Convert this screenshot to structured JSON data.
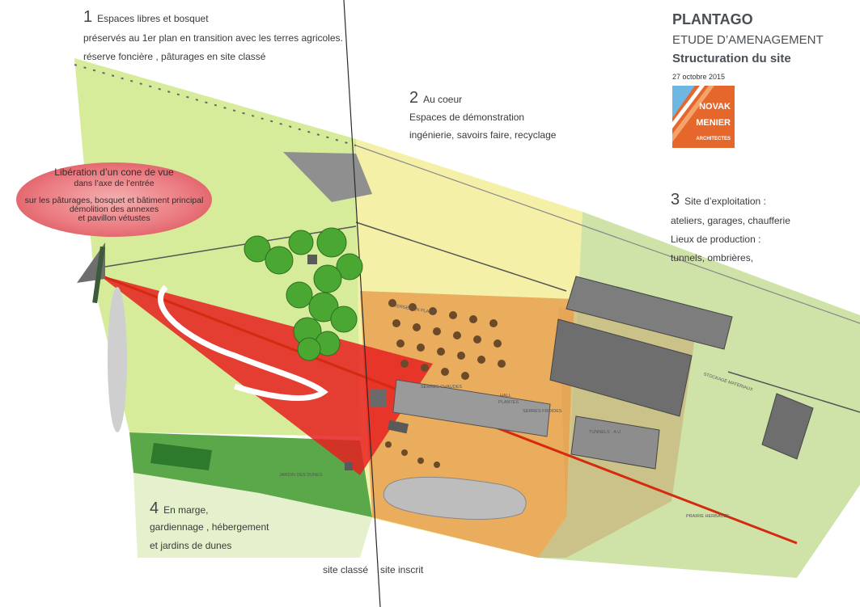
{
  "title_block": {
    "title": "PLANTAGO",
    "subtitle": "ETUDE D’AMENAGEMENT",
    "heading": "Structuration du site",
    "date": "27 octobre  2015"
  },
  "logo": {
    "lines": [
      "NOVAK",
      "MENIER",
      "ARCHITECTES"
    ]
  },
  "zone1": {
    "number": "1",
    "title": "Espaces libres et bosquet",
    "line1": "préservés au 1er plan en transition avec les terres agricoles.",
    "line2": "réserve foncière , pâturages en site classé"
  },
  "zone2": {
    "number": "2",
    "title": "Au coeur",
    "line1": "Espaces de démonstration",
    "line2": " ingénierie, savoirs faire, recyclage"
  },
  "zone3": {
    "number": "3",
    "title": "Site d’exploitation :",
    "line1": "ateliers, garages, chaufferie",
    "line2": "Lieux de production :",
    "line3": "tunnels, ombrières,"
  },
  "zone4": {
    "number": "4",
    "title": "En marge,",
    "line1": "gardiennage , hébergement",
    "line2": "et jardins de dunes"
  },
  "view_cone": {
    "line1": "Libération d’un cone de vue",
    "line2": "dans l’axe de l’entrée",
    "line3": "sur les pâturages, bosquet et bâtiment principal",
    "line4": "démolition des annexes",
    "line5": "et pavillon vétustes"
  },
  "boundary": {
    "left": "site classé",
    "right": "site inscrit"
  },
  "plan_labels": {
    "serres_chaudes": "SERRES CHAUDES",
    "hall": "HALL",
    "plantes": "PLANTES",
    "serres_froides": "SERRES FROIDES",
    "tunnels": "TUNNELS - A U",
    "stockage": "STOCKAGE MATERIAUX",
    "jardin_dunes": "JARDIN DES DUNES",
    "prairie": "PRAIRIE HERBACEE",
    "verger": "VERGER EN PLACE"
  },
  "colors": {
    "zone1": "#d6ec9a",
    "zone2": "#f4f0a8",
    "zone3": "#cfe3a8",
    "zone4": "#5aa84a",
    "cone": "#e62020",
    "core": "#e8a050"
  }
}
